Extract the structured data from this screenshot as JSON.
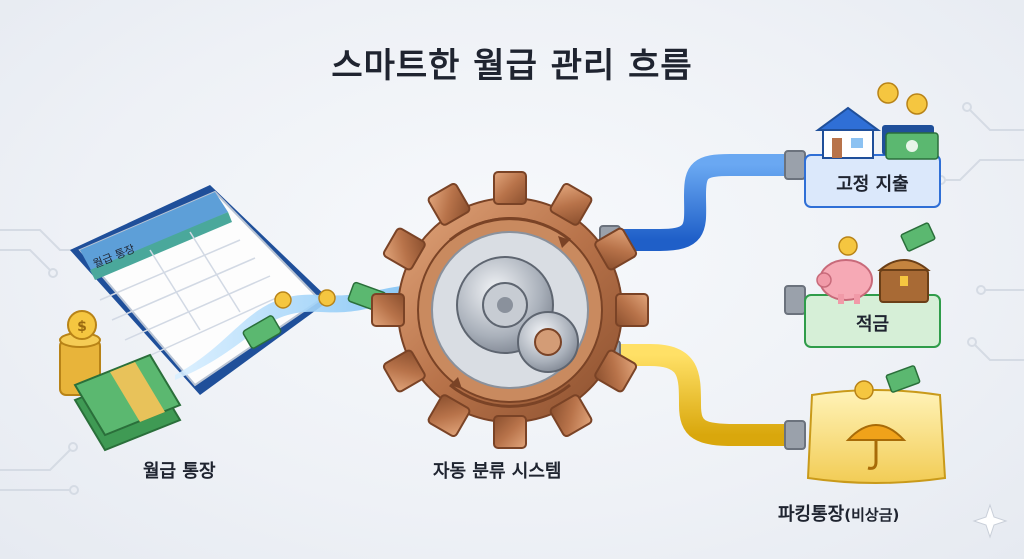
{
  "title": "스마트한 월급 관리 흐름",
  "source": {
    "label": "월급 통장",
    "book_header": "월급 통장"
  },
  "system": {
    "label": "자동 분류 시스템"
  },
  "outputs": [
    {
      "label": "고정 지출",
      "color": "#2f6fd6",
      "box_color": "#dbe8fb"
    },
    {
      "label": "적금",
      "color": "#2f9c4a",
      "box_color": "#d6efd7"
    },
    {
      "label": "파킹통장",
      "sub": "(비상금)",
      "color": "#e6b817",
      "box_color": "#fbe9a6"
    }
  ]
}
